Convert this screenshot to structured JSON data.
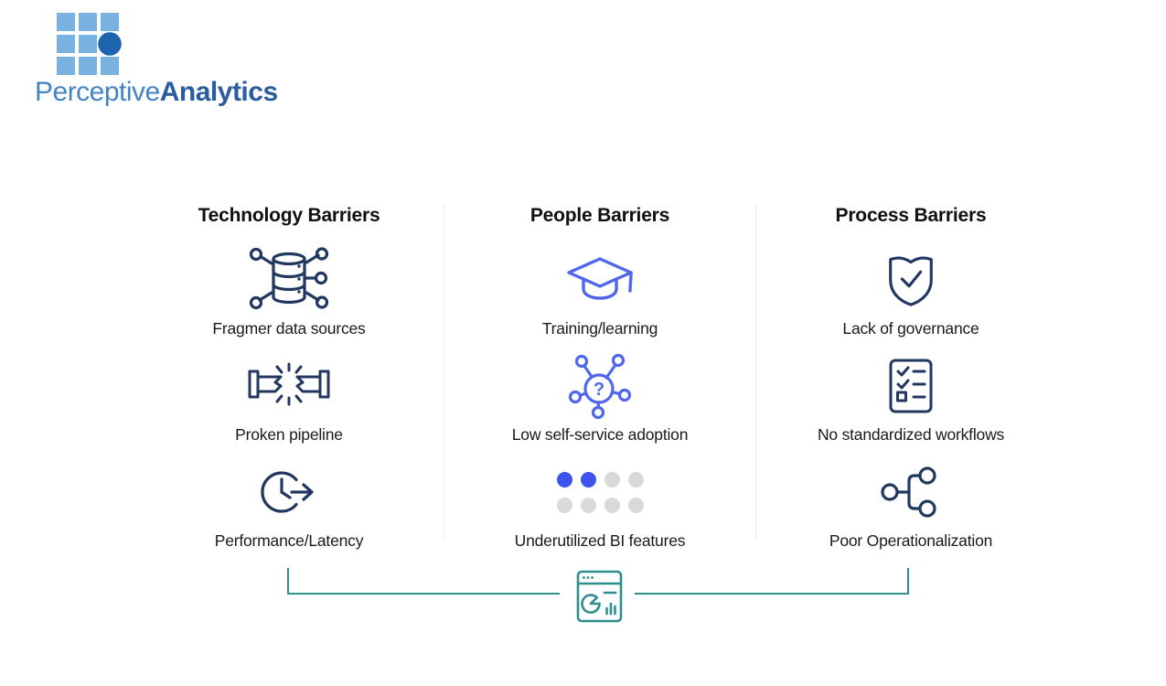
{
  "logo": {
    "brand_regular": "Perceptive",
    "brand_bold": "Analytics",
    "square_color": "#79b1e0",
    "dot_color": "#1d63ad",
    "text_regular_color": "#4484c4",
    "text_bold_color": "#2a5d9f"
  },
  "diagram": {
    "columns": [
      {
        "title": "Technology Barriers",
        "accent_color": "#21375f",
        "items": [
          {
            "icon": "fragmented-data-sources-icon",
            "label": "Fragmer data sources"
          },
          {
            "icon": "broken-pipeline-icon",
            "label": "Proken pipeline"
          },
          {
            "icon": "performance-latency-icon",
            "label": "Performance/Latency"
          }
        ]
      },
      {
        "title": "People Barriers",
        "accent_color": "#5166ef",
        "items": [
          {
            "icon": "graduation-cap-icon",
            "label": "Training/learning"
          },
          {
            "icon": "question-network-icon",
            "label": "Low self-service adoption"
          },
          {
            "icon": "feature-dots-icon",
            "label": "Underutilized BI features"
          }
        ]
      },
      {
        "title": "Process Barriers",
        "accent_color": "#21375f",
        "items": [
          {
            "icon": "shield-check-icon",
            "label": "Lack of governance"
          },
          {
            "icon": "checklist-icon",
            "label": "No standardized workflows"
          },
          {
            "icon": "branch-nodes-icon",
            "label": "Poor Operationalization"
          }
        ]
      }
    ],
    "dots": {
      "active_color": "#3d53ee",
      "inactive_color": "#d9d9d9",
      "pattern": [
        "active",
        "active",
        "inactive",
        "inactive",
        "inactive",
        "inactive",
        "inactive",
        "inactive"
      ]
    }
  },
  "footer": {
    "icon": "bi-dashboard-icon",
    "line_color": "#2e8f8e"
  }
}
